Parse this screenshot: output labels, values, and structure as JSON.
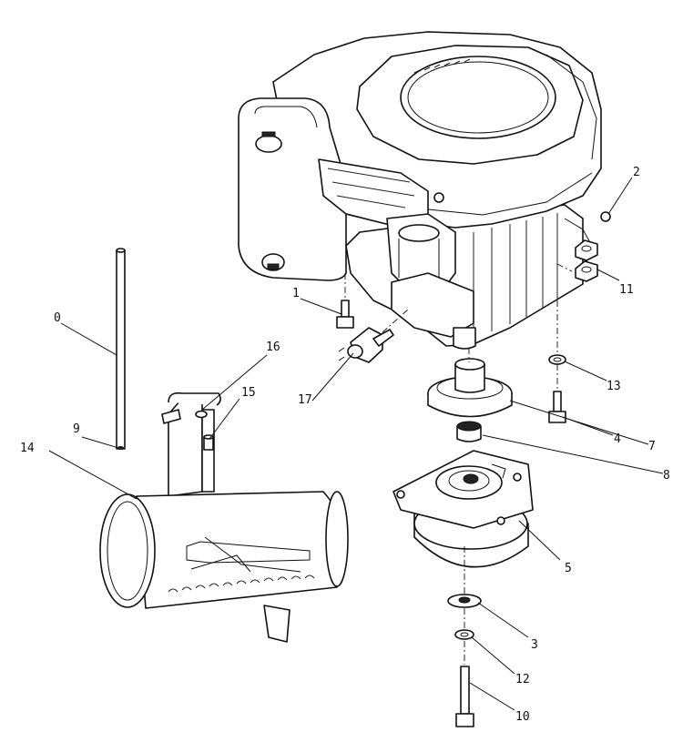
{
  "callouts": {
    "c0": "0",
    "c1": "1",
    "c2": "2",
    "c3": "3",
    "c4": "4",
    "c5": "5",
    "c7": "7",
    "c8": "8",
    "c9": "9",
    "c10": "10",
    "c11": "11",
    "c12": "12",
    "c13": "13",
    "c14": "14",
    "c15": "15",
    "c16": "16",
    "c17": "17"
  }
}
